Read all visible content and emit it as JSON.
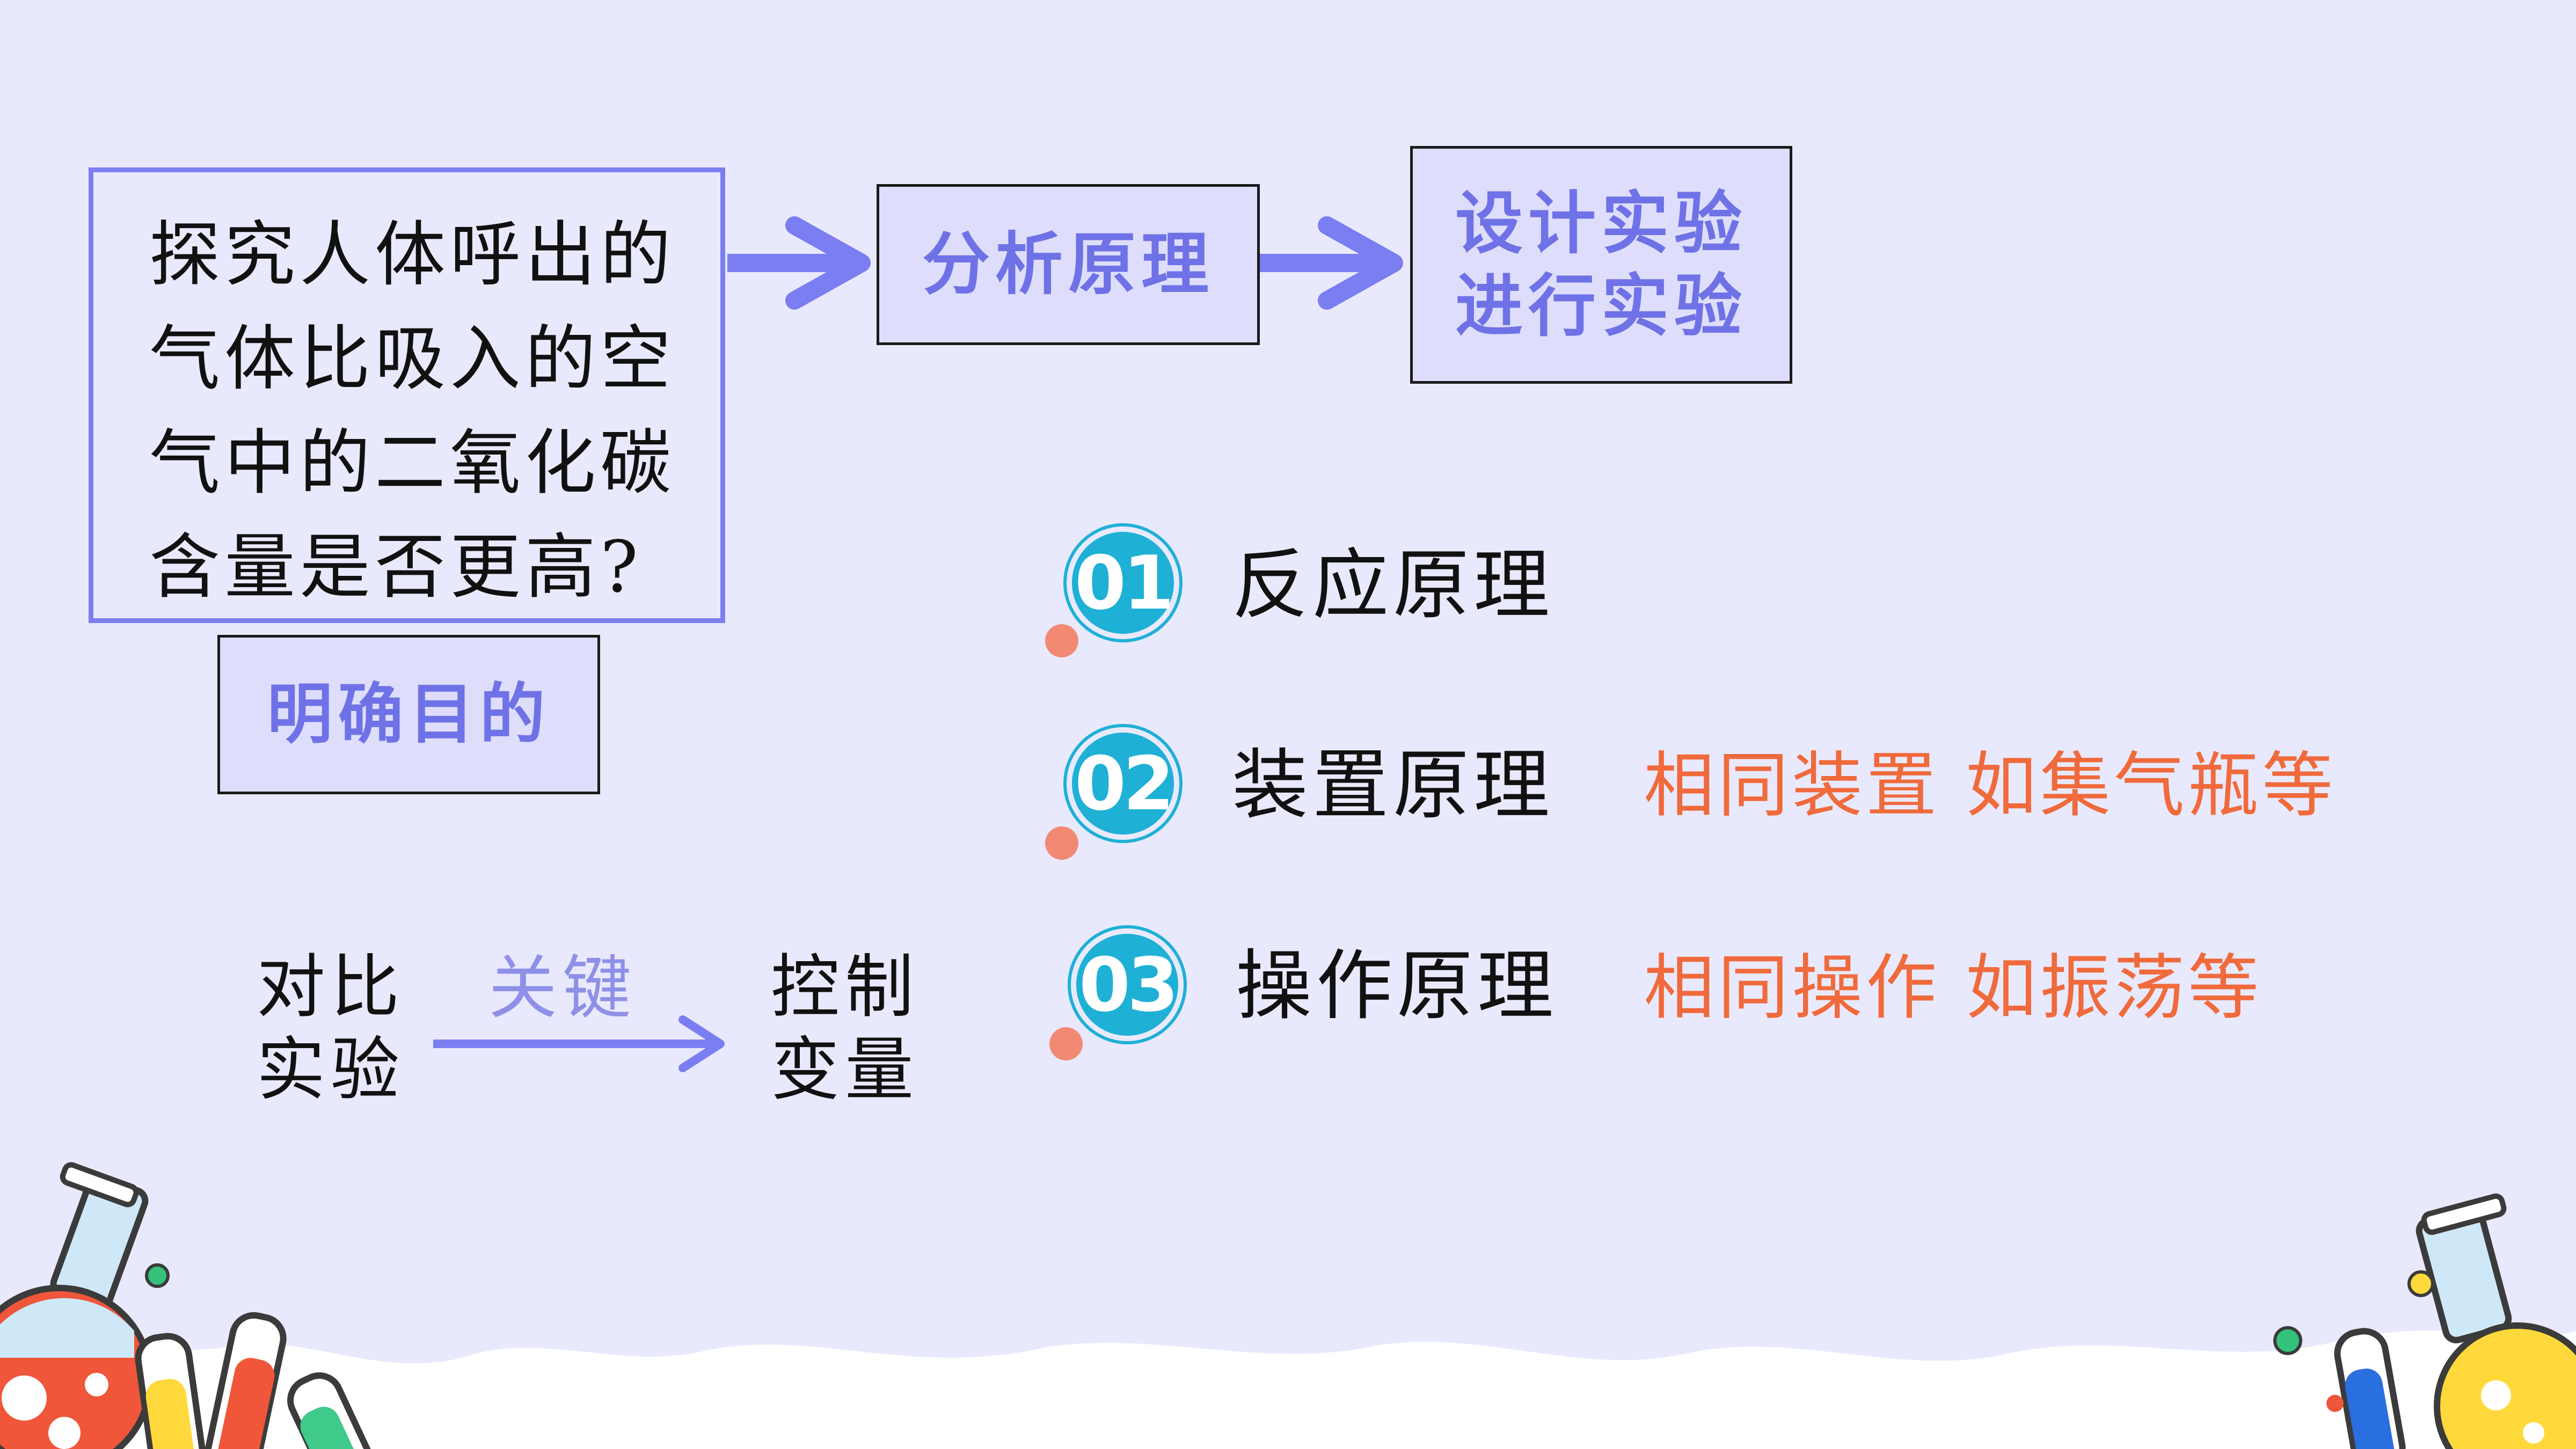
{
  "question": {
    "lines": [
      "探究人体呼出的",
      "气体比吸入的空",
      "气中的二氧化碳",
      "含量是否更高?"
    ]
  },
  "stages": {
    "purpose": "明确目的",
    "analyze": "分析原理",
    "design_line1": "设计实验",
    "design_line2": "进行实验"
  },
  "principles": [
    {
      "num": "01",
      "label": "反应原理",
      "note": ""
    },
    {
      "num": "02",
      "label": "装置原理",
      "note": "相同装置  如集气瓶等"
    },
    {
      "num": "03",
      "label": "操作原理",
      "note": "相同操作  如振荡等"
    }
  ],
  "contrast": {
    "left_line1": "对比",
    "left_line2": "实验",
    "key": "关键",
    "right_line1": "控制",
    "right_line2": "变量"
  },
  "colors": {
    "background": "#e9e9fd",
    "accent": "#7b7ef0",
    "number_badge": "#1fb0d6",
    "note": "#f06a3c"
  }
}
